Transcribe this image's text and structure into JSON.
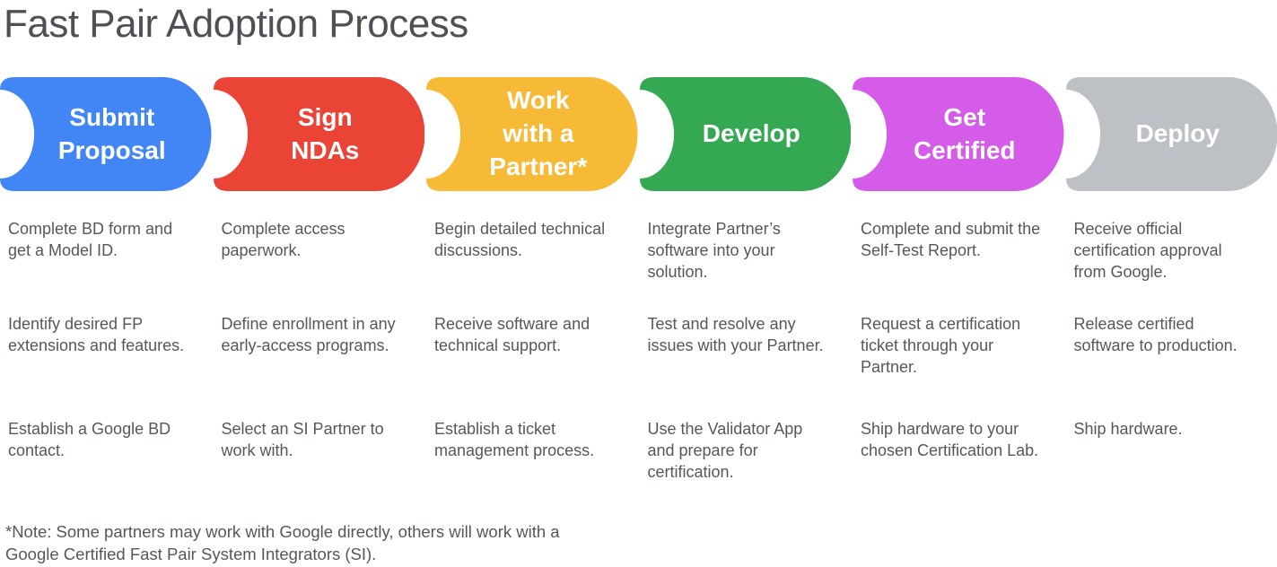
{
  "title": "Fast Pair Adoption Process",
  "stages": [
    {
      "label": "Submit\nProposal",
      "color": "#4285F4",
      "steps": [
        "Complete BD form and get a Model ID.",
        "Identify desired FP extensions and features.",
        "Establish a Google BD contact."
      ]
    },
    {
      "label": "Sign\nNDAs",
      "color": "#E94436",
      "steps": [
        "Complete access paperwork.",
        "Define enrollment in any early-access programs.",
        "Select an SI Partner to work with."
      ]
    },
    {
      "label": "Work\nwith a\nPartner*",
      "color": "#F6BA37",
      "steps": [
        "Begin detailed technical discussions.",
        "Receive software and technical support.",
        "Establish a ticket management process."
      ]
    },
    {
      "label": "Develop",
      "color": "#34A853",
      "steps": [
        "Integrate Partner’s software into your solution.",
        "Test and resolve any issues with your Partner.",
        "Use the Validator App and prepare for certification."
      ]
    },
    {
      "label": "Get\nCertified",
      "color": "#D45CE8",
      "steps": [
        "Complete and submit the Self-Test Report.",
        "Request a certification ticket through your Partner.",
        "Ship hardware to your chosen Certification Lab."
      ]
    },
    {
      "label": "Deploy",
      "color": "#BDC1C6",
      "steps": [
        "Receive official certification approval from Google.",
        "Release certified software to production.",
        "Ship hardware."
      ]
    }
  ],
  "footnote": "*Note: Some partners may work with Google directly, others will work with a\nGoogle Certified Fast Pair System Integrators (SI)."
}
